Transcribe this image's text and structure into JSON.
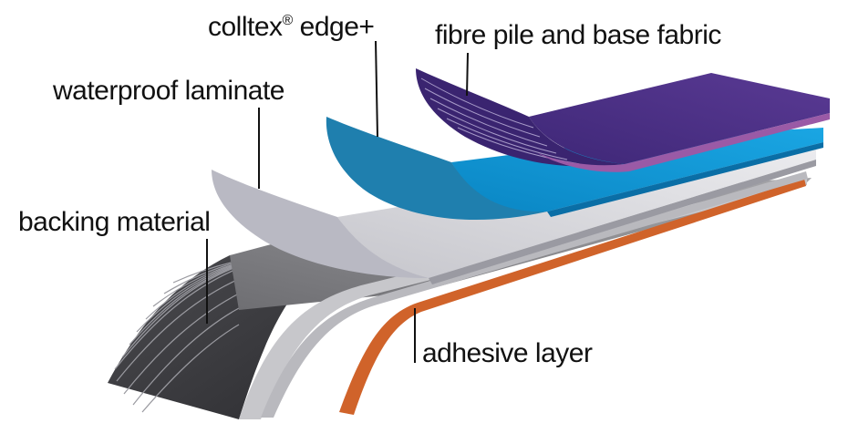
{
  "labels": {
    "colltex": {
      "text": "colltex",
      "sup": "®",
      "suffix": " edge+"
    },
    "fibre": "fibre pile and base fabric",
    "waterproof": "waterproof laminate",
    "backing": "backing material",
    "adhesive": "adhesive layer"
  },
  "colors": {
    "fibre_top": "#4a2f86",
    "fibre_edge": "#9a5aa6",
    "colltex_top": "#0a93d1",
    "colltex_curl": "#1f7fae",
    "waterproof_top": "#d6d6db",
    "waterproof_curl": "#b8b8c2",
    "adhesive_edge": "#d0632a",
    "backing_dark": "#3a3a3e",
    "backing_gray": "#8a8a8e"
  }
}
